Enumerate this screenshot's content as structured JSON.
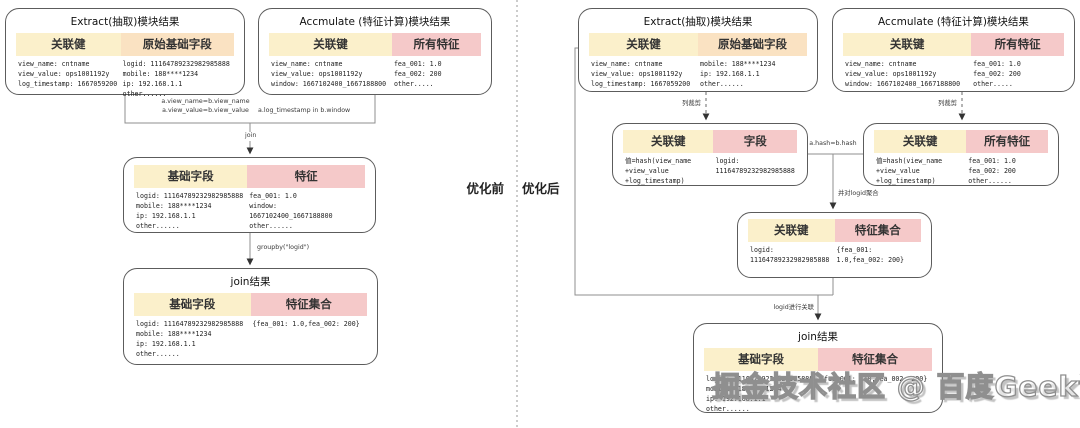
{
  "divider": {
    "before_label": "优化前",
    "after_label": "优化后"
  },
  "watermark": "掘金技术社区 @ 百度Geek说",
  "colors": {
    "yellow": "#FBF0CB",
    "orange": "#FAE2C2",
    "pink": "#F5C9C9"
  },
  "before": {
    "extract": {
      "title": "Extract(抽取)模块结果",
      "col1_header": "关联健",
      "col2_header": "原始基础字段",
      "col1_lines": "view_name: cntname\nview_value: ops1001192y\nlog_timestamp: 1667059200",
      "col2_lines": "logid: 11164789232982985888\nmobile: 188****1234\nip: 192.168.1.1\nother......"
    },
    "accmulate": {
      "title": "Accmulate (特征计算)模块结果",
      "col1_header": "关联键",
      "col2_header": "所有特征",
      "col1_lines": "view_name: cntname\nview_value: ops1001192y\nwindow: 1667102400_1667188800",
      "col2_lines": "fea_001: 1.0\nfea_002: 200\nother....."
    },
    "join_condition_left": "a.view_name=b.view_name\na.view_value=b.view_value",
    "join_condition_right": "a.log_timestamp in b.window",
    "join_label": "join",
    "merged": {
      "col1_header": "基础字段",
      "col2_header": "特征",
      "col1_lines": "logid: 11164789232982985888\nmobile: 188****1234\nip: 192.168.1.1\nother......",
      "col2_lines": "fea_001: 1.0\nwindow: 1667102400_1667188800\nother......"
    },
    "groupby_label": "groupby(\"logid\")",
    "join_result": {
      "title": "join结果",
      "col1_header": "基础字段",
      "col2_header": "特征集合",
      "col1_lines": "logid: 11164789232982985888\nmobile: 188****1234\nip: 192.168.1.1\nother......",
      "col2_lines": "{fea_001: 1.0,fea_002: 200}"
    }
  },
  "after": {
    "extract": {
      "title": "Extract(抽取)模块结果",
      "col1_header": "关联健",
      "col2_header": "原始基础字段",
      "col1_lines": "view_name: cntname\nview_value: ops1001192y\nlog_timestamp: 1667059200",
      "col2_lines": "mobile: 188****1234\nip: 192.168.1.1\nother......"
    },
    "accmulate": {
      "title": "Accmulate (特征计算)模块结果",
      "col1_header": "关联键",
      "col2_header": "所有特征",
      "col1_lines": "view_name: cntname\nview_value: ops1001192y\nwindow: 1667102400_1667188800",
      "col2_lines": "fea_001: 1.0\nfea_002: 200\nother....."
    },
    "prune_label_left": "列裁剪",
    "prune_label_right": "列裁剪",
    "hashed_keys": {
      "col1_header": "关联键",
      "col2_header": "字段",
      "col1_lines": "值=hash(view_name\n+view_value\n+log_timestamp)",
      "col2_lines": "logid:\n11164789232982985888"
    },
    "hashed_feats": {
      "col1_header": "关联键",
      "col2_header": "所有特征",
      "col1_lines": "值=hash(view_name\n+view_value\n+log_timestamp)",
      "col2_lines": "fea_001: 1.0\nfea_002: 200\nother......"
    },
    "hash_join_label": "a.hash=b.hash",
    "aggregate_label": "并对logid聚合",
    "aggregated": {
      "col1_header": "关联键",
      "col2_header": "特征集合",
      "col1_lines": "logid:\n11164789232982985888",
      "col2_lines": "{fea_001: 1.0,fea_002: 200}"
    },
    "logid_join_label": "logid进行关联",
    "join_result": {
      "title": "join结果",
      "col1_header": "基础字段",
      "col2_header": "特征集合",
      "col1_lines": "logid: 11164789232982985888\nmobile: 188****1234\nip: 192.168.1.1\nother......",
      "col2_lines": "{fea_001: 1.0,fea_002: 200}"
    }
  }
}
